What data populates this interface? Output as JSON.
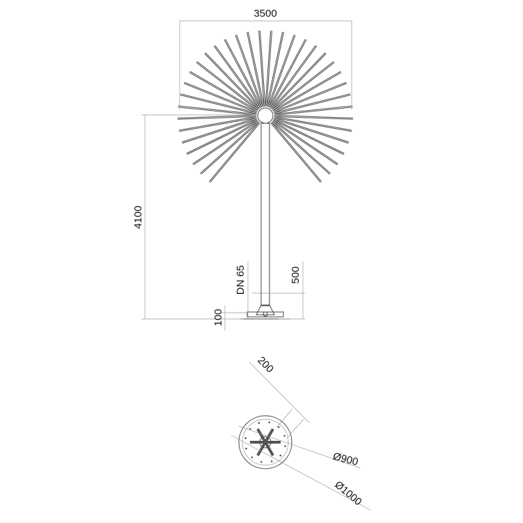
{
  "dimensions": {
    "width": "3500",
    "height": "4100",
    "pipe": "DN 65",
    "base_height": "500",
    "plate": "100",
    "offset": "200",
    "inner_diameter": "Ø900",
    "outer_diameter": "Ø1000"
  }
}
